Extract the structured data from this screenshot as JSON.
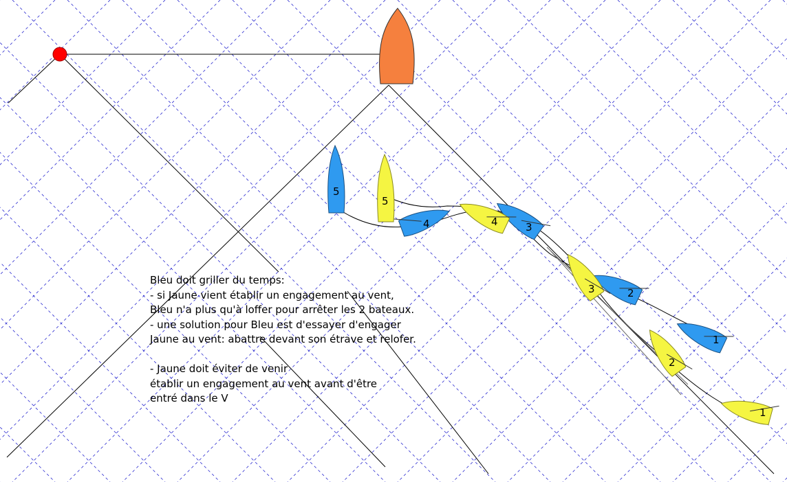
{
  "colors": {
    "blue": "#2f9af0",
    "yellow": "#f5f542",
    "mark": "#ff0000",
    "committee_boat": "#f5803e",
    "grid": "#2b2bd0"
  },
  "boats": {
    "blue": [
      {
        "label": "1",
        "icon": "blue-boat-icon"
      },
      {
        "label": "2",
        "icon": "blue-boat-icon"
      },
      {
        "label": "3",
        "icon": "blue-boat-icon"
      },
      {
        "label": "4",
        "icon": "blue-boat-icon"
      },
      {
        "label": "5",
        "icon": "blue-boat-icon"
      }
    ],
    "yellow": [
      {
        "label": "1",
        "icon": "yellow-boat-icon"
      },
      {
        "label": "2",
        "icon": "yellow-boat-icon"
      },
      {
        "label": "3",
        "icon": "yellow-boat-icon"
      },
      {
        "label": "4",
        "icon": "yellow-boat-icon"
      },
      {
        "label": "5",
        "icon": "yellow-boat-icon"
      }
    ]
  },
  "annotation": {
    "line1": "Bleu doit griller du temps:",
    "line2": "- si Jaune vient établir un engagement au vent,",
    "line3": "Bleu n'a plus qu'à loffer pour arrêter les 2 bateaux.",
    "line4": "- une solution pour Bleu est d'essayer d'engager",
    "line5": "Jaune au vent: abattre devant son étrave et relofer.",
    "line6": "- Jaune doit éviter de venir",
    "line7": "établir un engagement au vent avant d'être",
    "line8": "entré dans le V"
  }
}
